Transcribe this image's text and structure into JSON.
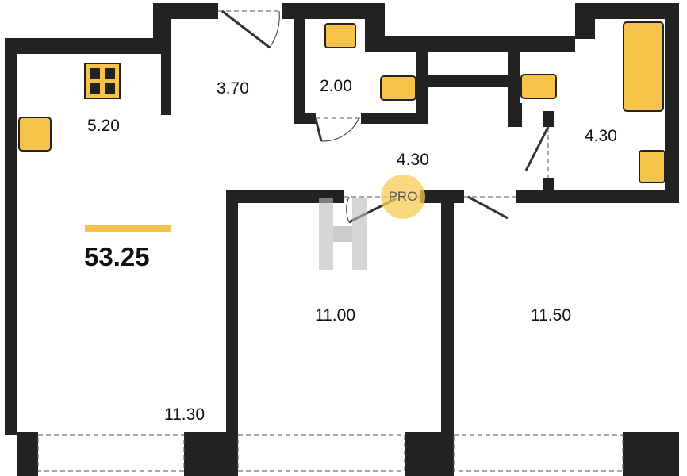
{
  "plan": {
    "total_area": "53.25",
    "rooms": [
      {
        "id": "kitchen",
        "area": "5.20"
      },
      {
        "id": "hall",
        "area": "3.70"
      },
      {
        "id": "wc",
        "area": "2.00"
      },
      {
        "id": "corridor",
        "area": "4.30"
      },
      {
        "id": "bathroom",
        "area": "4.30"
      },
      {
        "id": "living",
        "area": "11.30"
      },
      {
        "id": "bedroom-1",
        "area": "11.00"
      },
      {
        "id": "bedroom-2",
        "area": "11.50"
      }
    ],
    "watermark": "PRO",
    "colors": {
      "wall": "#222222",
      "fixture": "#f5c24a",
      "accent": "#f5c24a"
    }
  }
}
